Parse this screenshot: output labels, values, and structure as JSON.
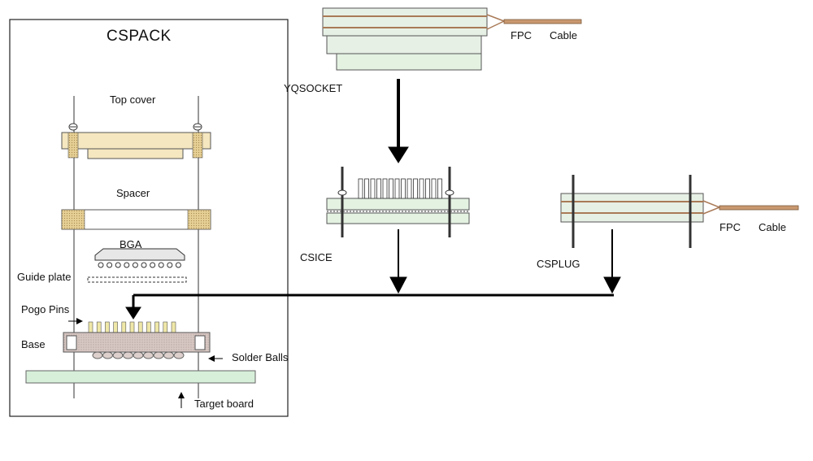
{
  "panel": {
    "title": "CSPACK",
    "labels": {
      "top_cover": "Top cover",
      "spacer": "Spacer",
      "bga": "BGA",
      "guide_plate": "Guide plate",
      "pogo_pins": "Pogo Pins",
      "base": "Base",
      "solder_balls": "Solder Balls",
      "target_board": "Target  board"
    }
  },
  "components": {
    "yqsocket": {
      "name": "YQSOCKET",
      "fpc": "FPC",
      "cable": "Cable"
    },
    "csice": {
      "name": "CSICE"
    },
    "csplug": {
      "name": "CSPLUG",
      "fpc": "FPC",
      "cable": "Cable"
    }
  },
  "colors": {
    "cover": "#f5e7bf",
    "cover_dark": "#e8d3a0",
    "plate": "#e4f2e2",
    "base": "#ddd0cc",
    "board": "#d7efd9",
    "pin": "#efe7a7",
    "cable": "#c9986f",
    "line": "#000000"
  }
}
